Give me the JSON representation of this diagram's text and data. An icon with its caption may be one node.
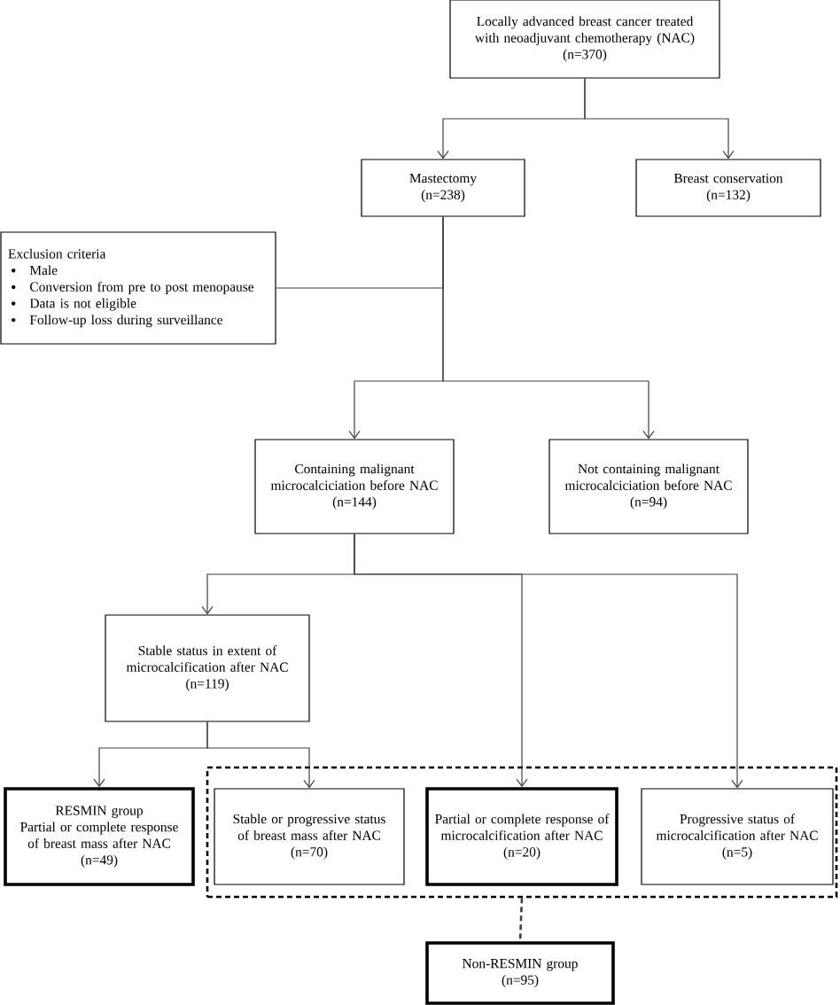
{
  "diagram": {
    "nodes": [
      {
        "text": [
          "Locally advanced breast cancer treated with neoadjuvant chemotherapy (NAC)",
          "(n=370)"
        ]
      },
      {
        "text": [
          "Mastectomy",
          "(n=238)"
        ]
      },
      {
        "text": [
          "Breast conservation",
          "(n=132)"
        ]
      },
      {
        "text": [
          "Exclusion criteria",
          "Male",
          "Conversion from pre to post menopause",
          "Data is not eligible",
          "Follow-up loss during surveillance"
        ]
      },
      {
        "text": [
          "Containing malignant microcalciciation before NAC",
          "(n=144)"
        ]
      },
      {
        "text": [
          "Not containing malignant microcalciciation before NAC",
          "(n=94)"
        ]
      },
      {
        "text": [
          "Stable status in extent of microcalcification after NAC",
          "(n=119)"
        ]
      },
      {
        "text": [],
        "shape": "box"
      },
      {
        "text": [
          "RESMIN group",
          "Partial or complete response of breast mass after NAC",
          "(n=49)"
        ]
      },
      {
        "text": [
          "Stable or progressive status of breast mass after NAC",
          "(n=70)"
        ],
        "in": 7
      },
      {
        "text": [
          "Partial or complete response of microcalcification after NAC",
          "(n=20)"
        ],
        "in": 7
      },
      {
        "text": [
          "Progressive status of microcalcification after NAC",
          "(n=5)"
        ],
        "in": 7
      },
      {
        "text": [
          "Non-RESMIN group",
          "(n=95)"
        ]
      }
    ],
    "edges": [
      {
        "from": 0,
        "to": 1,
        "arrow": "to"
      },
      {
        "from": 0,
        "to": 2,
        "arrow": "to"
      },
      {
        "from": 1,
        "to": 4,
        "arrow": "to"
      },
      {
        "from": 1,
        "to": 5,
        "arrow": "to"
      },
      {
        "from": 3,
        "to": 1,
        "arrow": "none"
      },
      {
        "from": 4,
        "to": 6,
        "arrow": "to"
      },
      {
        "from": 4,
        "to": 10,
        "arrow": "to"
      },
      {
        "from": 4,
        "to": 11,
        "arrow": "to"
      },
      {
        "from": 6,
        "to": 8,
        "arrow": "to"
      },
      {
        "from": 6,
        "to": 9,
        "arrow": "to"
      },
      {
        "from": 7,
        "to": 12,
        "arrow": "none",
        "style": "dashed"
      }
    ]
  }
}
